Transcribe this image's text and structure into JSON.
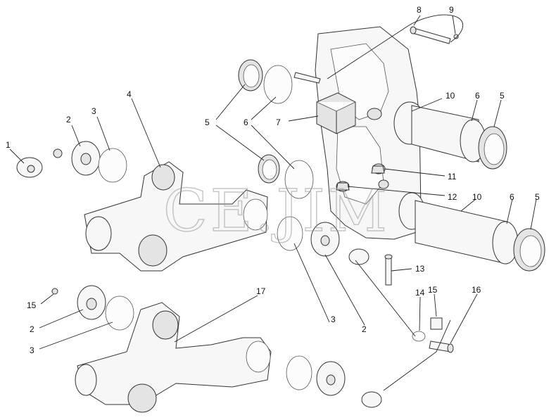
{
  "watermark": "CE.JIM",
  "callouts": {
    "c1": "1",
    "c2a": "2",
    "c3a": "3",
    "c4": "4",
    "c5a": "5",
    "c6a": "6",
    "c7": "7",
    "c8": "8",
    "c9": "9",
    "c10a": "10",
    "c6b": "6",
    "c5b": "5",
    "c11": "11",
    "c12": "12",
    "c10b": "10",
    "c6c": "6",
    "c5c": "5",
    "c13": "13",
    "c14": "14",
    "c15a": "15",
    "c16": "16",
    "c15b": "15",
    "c2b": "2",
    "c3b": "3",
    "c17": "17",
    "c3c": "3",
    "c2c": "2"
  }
}
